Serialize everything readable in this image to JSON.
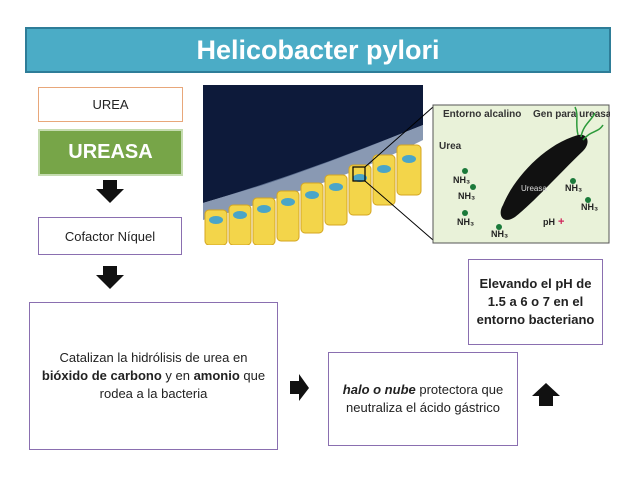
{
  "title": "Helicobacter pylori",
  "boxes": {
    "urea": "UREA",
    "ureasa": "UREASA",
    "cofactor": "Cofactor Níquel",
    "catalizan": {
      "part1": "Catalizan la hidrólisis de urea en ",
      "bold1": "bióxido de carbono",
      "part2": " y en ",
      "bold2": "amonio",
      "part3": " que rodea a la bacteria"
    },
    "halo": {
      "bolditalic": "halo o nube",
      "rest": " protectora que neutraliza el ácido gástrico"
    },
    "ph": "Elevando el pH de 1.5 a 6 o 7 en el entorno bacteriano"
  },
  "illustration": {
    "label_entorno": "Entorno alcalino",
    "label_gen": "Gen para ureasa",
    "label_urea": "Urea",
    "label_ureasa": "Ureasa",
    "label_nh3": "NH₃",
    "label_ph": "pH"
  },
  "colors": {
    "title_bg": "#4bacc6",
    "ureasa_bg": "#77a548",
    "box_border": "#8a6fb0",
    "urea_border": "#e8a77a"
  }
}
